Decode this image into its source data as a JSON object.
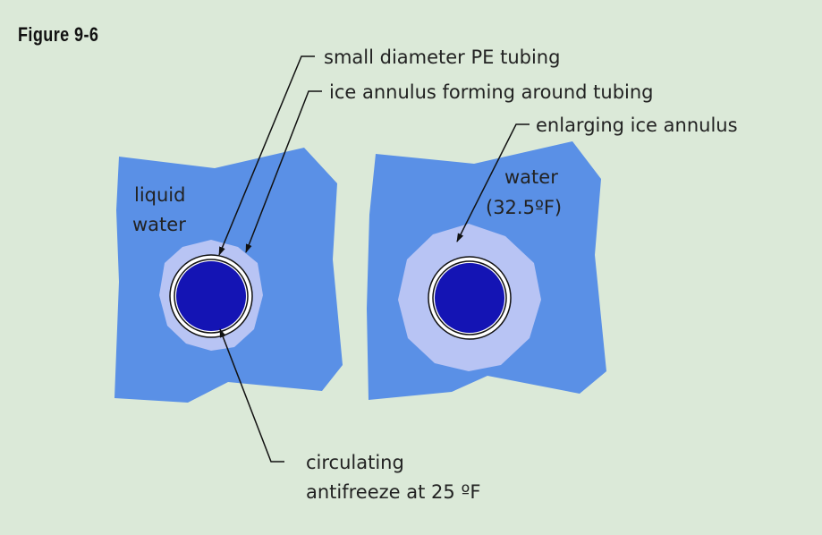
{
  "figure_title": "Figure 9-6",
  "labels": {
    "pe_tubing": "small diameter PE tubing",
    "ice_annulus_forming": "ice annulus forming around tubing",
    "enlarging_ice": "enlarging ice annulus",
    "liquid_water_line1": "liquid",
    "liquid_water_line2": "water",
    "water_line1": "water",
    "water_line2": "(32.5ºF)",
    "antifreeze_line1": "circulating",
    "antifreeze_line2": "antifreeze at 25 ºF"
  },
  "colors": {
    "background": "#dbe9d8",
    "water": "#5a90e6",
    "ice": "#b8c4f4",
    "tubing": "#ffffff",
    "antifreeze": "#1414b4"
  }
}
